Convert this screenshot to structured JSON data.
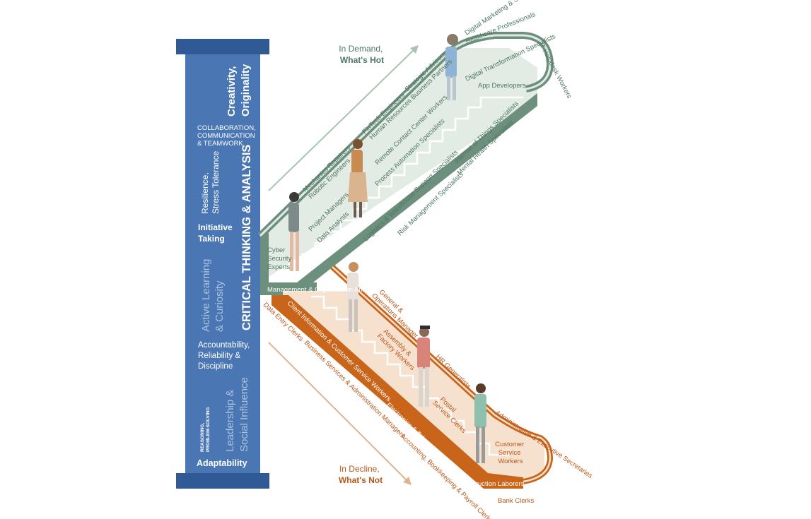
{
  "colors": {
    "pillar": "#4a77b4",
    "pillar_cap": "#2f5a96",
    "up_rail": "#6d8f7d",
    "up_rail_light": "#e3ebe5",
    "down_rail": "#c8651b",
    "down_rail_light": "#f6e1cf",
    "arrow_up": "#a9c3b2",
    "arrow_down": "#e2b28a",
    "text_up": "#4f7763",
    "text_down": "#b8581a",
    "white": "#ffffff",
    "faded": "#aac3e0"
  },
  "pillar": {
    "skills_col1": [
      {
        "text": "Creativity,",
        "style": "bold"
      },
      {
        "text": "Originality",
        "style": "bold"
      }
    ],
    "collab": [
      "COLLABORATION,",
      "COMMUNICATION",
      "& TEAMWORK"
    ],
    "resilience": [
      "Resilience,",
      "Stress Tolerance"
    ],
    "critical": "CRITICAL THINKING & ANALYSIS",
    "initiative": [
      "Initiative",
      "Taking"
    ],
    "active": [
      "Active Learning",
      "& Curiosity"
    ],
    "accountability": [
      "Accountability,",
      "Reliability &",
      "Discipline"
    ],
    "reasoning": [
      "REASONING,",
      "PROBLEM-SOLVING"
    ],
    "leadership": [
      "Leadership &",
      "Social Influence"
    ],
    "adaptability": "Adaptability"
  },
  "trends": {
    "up_line1": "In Demand,",
    "up_line2": "What's Hot",
    "down_line1": "In Decline,",
    "down_line2": "What's Not"
  },
  "up_jobs": {
    "top_a": "Digital Marketing & Strategy Specialists",
    "top_b": "Healthcare Professionals",
    "top_c": "IT Helpdesk Workers",
    "digital_transformation": "Digital Transformation Specialists",
    "app_developers": "App Developers",
    "strategic": "Strategic Advisors",
    "fintech": "FinTech Engineers",
    "hr_partners": "Human Resources Business Partners",
    "remote": "Remote Contact Center Workers",
    "process_auto": "Process Automation Specialists",
    "iot": "Internet of Things Specialists",
    "mental": "Mental Health Specialists",
    "mechanics": "Mechanics Repairers",
    "robotic": "Robotic Engineers",
    "project": "Project Managers",
    "data_analysts": "Data Analysts",
    "logistics": "Logistics & Warehouse Support Specialists",
    "risk": "Risk Management Specialists",
    "cyber": [
      "Cyber",
      "Security",
      "Experts"
    ],
    "management": "Management & Organization Analysts"
  },
  "down_jobs": {
    "general_ops": [
      "General &",
      "Operations Manager"
    ],
    "client_info": "Client Information & Customer Service Workers",
    "data_entry": "Data Entry Clerks",
    "assembly": [
      "Assembly &",
      "Factory Workers"
    ],
    "hr_generalists": "HR Generalists",
    "business_services": "Business Services & Administration Managers",
    "electronics": "Electronics & Telecoms Installers",
    "postal": [
      "Postal",
      "Service Clerks"
    ],
    "admin_exec": "Administrative & Executive Secretaries",
    "customer_service": [
      "Customer",
      "Service",
      "Workers"
    ],
    "accounting": "Accounting, Bookkeeping & Payroll Clerks",
    "construction": "Construction Laborers",
    "bank": "Bank Clerks"
  }
}
